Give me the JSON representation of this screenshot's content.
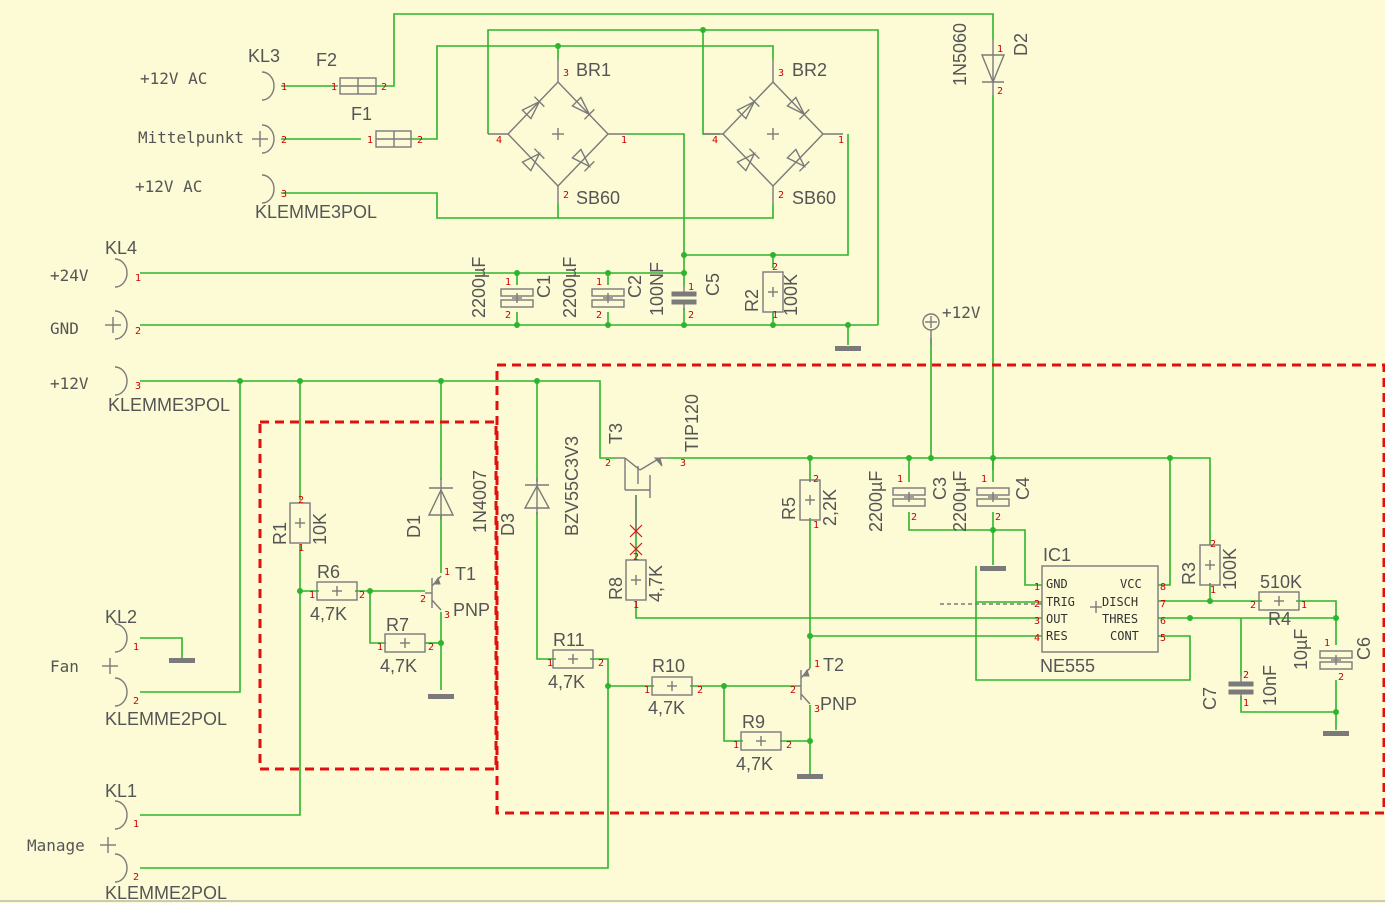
{
  "connectors": {
    "kl3": {
      "name": "KL3",
      "type": "",
      "pins": [
        {
          "num": "1",
          "signal": "+12V AC"
        },
        {
          "num": "2",
          "signal": "Mittelpunkt"
        },
        {
          "num": "3",
          "signal": "+12V AC"
        }
      ],
      "type_bottom": "KLEMME3POL"
    },
    "kl4": {
      "name": "KL4",
      "pins": [
        {
          "num": "1",
          "signal": "+24V"
        },
        {
          "num": "2",
          "signal": "GND"
        },
        {
          "num": "3",
          "signal": "+12V"
        }
      ],
      "type": "KLEMME3POL"
    },
    "kl2": {
      "name": "KL2",
      "signal": "Fan",
      "type": "KLEMME2POL"
    },
    "kl1": {
      "name": "KL1",
      "signal": "Manage",
      "type": "KLEMME2POL"
    }
  },
  "fuses": {
    "f1": "F1",
    "f2": "F2"
  },
  "rectifiers": {
    "br1": {
      "name": "BR1",
      "value": "SB60"
    },
    "br2": {
      "name": "BR2",
      "value": "SB60"
    }
  },
  "capacitors": {
    "c1": {
      "name": "C1",
      "value": "2200µF"
    },
    "c2": {
      "name": "C2",
      "value": "2200µF"
    },
    "c5": {
      "name": "C5",
      "value": "100NF"
    },
    "c3": {
      "name": "C3",
      "value": "2200µF"
    },
    "c4": {
      "name": "C4",
      "value": "2200µF"
    },
    "c7": {
      "name": "C7",
      "value": "10nF"
    },
    "c6": {
      "name": "C6",
      "value": "10µF"
    }
  },
  "resistors": {
    "r2": {
      "name": "R2",
      "value": "100K"
    },
    "r1": {
      "name": "R1",
      "value": "10K"
    },
    "r6": {
      "name": "R6",
      "value": "4,7K"
    },
    "r7": {
      "name": "R7",
      "value": "4,7K"
    },
    "r5": {
      "name": "R5",
      "value": "2,2K"
    },
    "r8": {
      "name": "R8",
      "value": "4,7K"
    },
    "r11": {
      "name": "R11",
      "value": "4,7K"
    },
    "r10": {
      "name": "R10",
      "value": "4,7K"
    },
    "r9": {
      "name": "R9",
      "value": "4,7K"
    },
    "r3": {
      "name": "R3",
      "value": "100K"
    },
    "r4": {
      "name": "R4",
      "value": "510K"
    }
  },
  "diodes": {
    "d2": {
      "name": "D2",
      "value": "1N5060"
    },
    "d1": {
      "name": "D1",
      "value": "1N4007"
    },
    "d3": {
      "name": "D3",
      "value": "BZV55C3V3"
    }
  },
  "transistors": {
    "t1": {
      "name": "T1",
      "type": "PNP"
    },
    "t2": {
      "name": "T2",
      "type": "PNP"
    },
    "t3": {
      "name": "T3",
      "value": "TIP120"
    }
  },
  "ic": {
    "name": "IC1",
    "value": "NE555",
    "pins_left": [
      {
        "num": "1",
        "label": "GND"
      },
      {
        "num": "2",
        "label": "TRIG"
      },
      {
        "num": "3",
        "label": "OUT"
      },
      {
        "num": "4",
        "label": "RES"
      }
    ],
    "pins_right": [
      {
        "num": "8",
        "label": "VCC"
      },
      {
        "num": "7",
        "label": "DISCH"
      },
      {
        "num": "6",
        "label": "THRES"
      },
      {
        "num": "5",
        "label": "CONT"
      }
    ]
  },
  "supply_label": "+12V",
  "colors": {
    "wire": "#2db52d",
    "component": "#7a7a7a",
    "pin_number": "#cc0000",
    "region_outline": "#e01010",
    "background": "#fdfbd5"
  }
}
